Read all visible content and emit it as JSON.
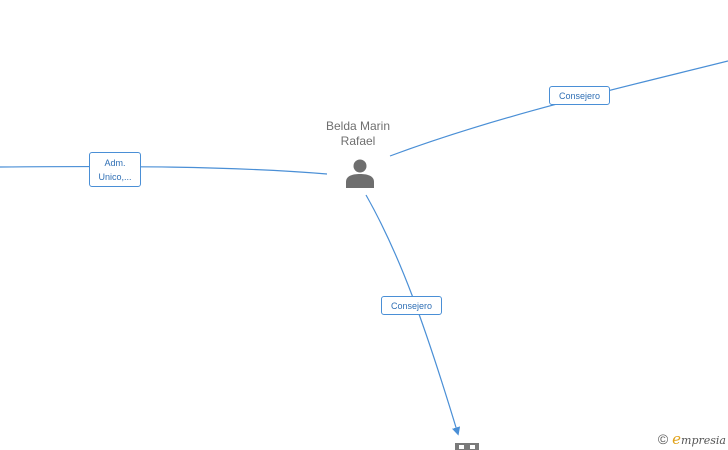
{
  "node": {
    "name_line1": "Belda Marin",
    "name_line2": "Rafael",
    "icon": "person-icon"
  },
  "edges": [
    {
      "id": "left",
      "label_line1": "Adm.",
      "label_line2": "Unico,..."
    },
    {
      "id": "top-right",
      "label": "Consejero"
    },
    {
      "id": "bottom",
      "label": "Consejero"
    }
  ],
  "watermark": {
    "copyright": "©",
    "brand_initial": "e",
    "brand_rest": "mpresia"
  },
  "colors": {
    "edge": "#4a8fd6",
    "label_text": "#2f6fb5",
    "node_icon": "#6e6e6e",
    "brand_accent": "#e0a21a"
  }
}
